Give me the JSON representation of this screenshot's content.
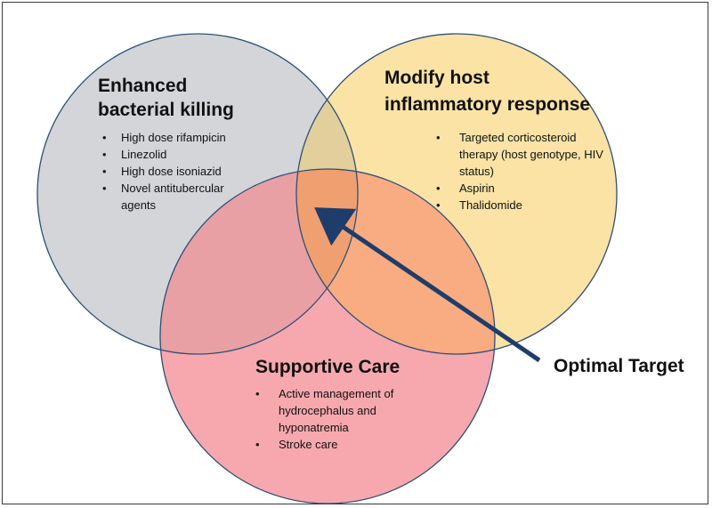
{
  "colors": {
    "left_circle_fill": "#d4d5d9",
    "right_circle_fill": "#fbe3a6",
    "bottom_circle_fill": "#f6a8ae",
    "left_right_overlap": "#e3cf9c",
    "left_bottom_overlap": "#e8a0a5",
    "right_bottom_overlap": "#f9ac82",
    "center_overlap": "#f0a070",
    "circle_stroke": "#2d4f77",
    "arrow": "#1f3d6a",
    "frame": "#3a3a3a"
  },
  "diagram": {
    "left": {
      "title_lines": [
        "Enhanced",
        "bacterial killing"
      ],
      "bullets": [
        [
          "High dose rifampicin"
        ],
        [
          "Linezolid"
        ],
        [
          "High dose isoniazid"
        ],
        [
          "Novel antitubercular",
          "agents"
        ]
      ]
    },
    "right": {
      "title_lines": [
        "Modify host",
        "inflammatory response"
      ],
      "bullets": [
        [
          "Targeted corticosteroid",
          "therapy (host genotype, HIV",
          "status)"
        ],
        [
          "Aspirin"
        ],
        [
          "Thalidomide"
        ]
      ]
    },
    "bottom": {
      "title_lines": [
        "Supportive Care"
      ],
      "bullets": [
        [
          "Active management of",
          "hydrocephalus and",
          "hyponatremia"
        ],
        [
          "Stroke care"
        ]
      ]
    },
    "arrow_label": "Optimal Target",
    "bullet_glyph": "•"
  }
}
